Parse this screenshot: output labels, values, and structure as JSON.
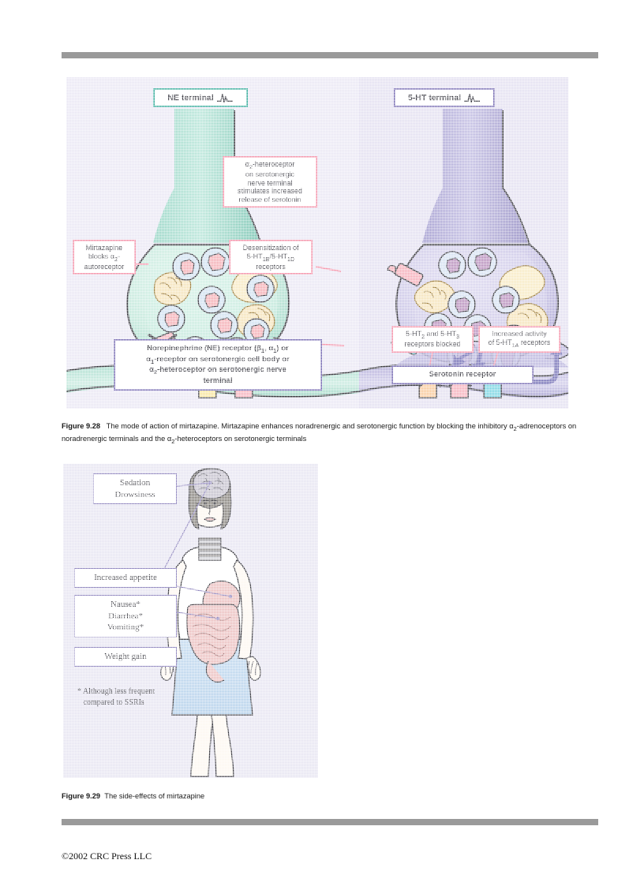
{
  "figure_928": {
    "titles": {
      "ne_terminal": "NE terminal",
      "ht_terminal": "5-HT terminal"
    },
    "notes": {
      "mirtazapine_block": "Mirtazapine blocks α2-autoreceptor",
      "alpha2_heteroceptor": "α2-heteroceptor on serotonergic nerve terminal stimulates increased release of serotonin",
      "desensitization": "Desensitization of 5-HT1B/5-HT1D receptors",
      "receptors_blocked": "5-HT2 and 5-HT3 receptors blocked",
      "increased_activity": "Increased activity of 5-HT1A receptors"
    },
    "legends": {
      "ne_receptor": "Norepinephrine (NE) receptor (β1, α1) or α1-receptor on serotonergic cell body or α2-heteroceptor on serotonergic nerve terminal",
      "serotonin_receptor": "Serotonin receptor"
    },
    "caption": {
      "label": "Figure 9.28",
      "text": "The mode of action of mirtazapine. Mirtazapine enhances noradrenergic and serotonergic function by blocking the inhibitory α2-adrenoceptors on noradrenergic terminals and the α2-heteroceptors on serotonergic terminals"
    }
  },
  "figure_929": {
    "boxes": {
      "sedation": "Sedation Drowsiness",
      "appetite": "Increased appetite",
      "gi": "Nausea* Diarrhea* Vomiting*",
      "weight": "Weight gain"
    },
    "footnote": "* Although less frequent compared to SSRIs",
    "caption": {
      "label": "Figure 9.29",
      "text": "The side-effects of mirtazapine"
    }
  },
  "copyright": "©2002 CRC Press LLC",
  "colors": {
    "ne_teal": "#18a08c",
    "ne_terminal_fill": "#abdfd0",
    "ht_purple": "#6457a8",
    "ht_terminal_fill": "#b3aed8",
    "note_pink": "#f2829c",
    "vesicle_blue": "#c8dced",
    "ne_transmitter": "#f2a0a8",
    "ht_transmitter": "#ad7cb0",
    "mito_gold": "#d6a63c",
    "receptor_yellow": "#f7e08a",
    "receptor_pink": "#f4a3b0",
    "receptor_cyan": "#6fd2e0",
    "receptor_orange": "#f7c08a",
    "arrow_purple": "#5b56a8",
    "panel_bg_left": "#e6e3f2",
    "panel_bg_right": "#dedaee",
    "rule_gray": "#9a9a9a",
    "skirt_blue": "#aeccea",
    "viscera_pink": "#e8b4b4",
    "skin": "#fdf6ee"
  }
}
